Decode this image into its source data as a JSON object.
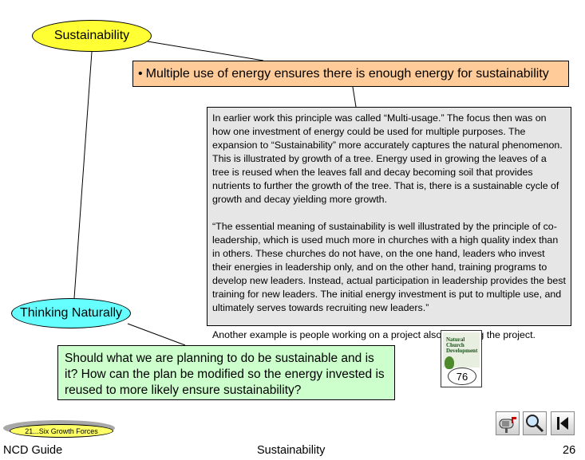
{
  "concepts": {
    "main": "Sustainability",
    "secondary": "Thinking Naturally"
  },
  "bullet": {
    "marker": "•",
    "text": "Multiple use of energy ensures there is enough energy for sustainability"
  },
  "description": {
    "paragraphs": [
      "In earlier work this principle was called “Multi-usage.” The focus then was on how one investment of energy could be used for multiple purposes. The expansion to “Sustainability” more accurately captures the natural phenomenon. This is illustrated by growth of a tree. Energy used in growing the leaves of a tree is reused when the leaves fall and decay becoming soil that provides nutrients to further the growth of the tree. That is, there is a sustainable cycle of growth and decay yielding more growth.",
      "“The essential meaning of sustainability is well illustrated by the principle of co-leadership, which is used much more in churches with a high quality index than in others. These churches do not have, on the one hand, leaders who invest their energies in leadership only, and on the other hand, training programs to develop new leaders. Instead, actual participation in leadership provides the best training for new leaders. The initial energy investment is put to multiple use, and ultimately serves towards recruiting new leaders.”",
      "Another example is people working on a project also financing the project."
    ]
  },
  "question": "Should what we are planning to do be sustainable and is it? How can the plan be modified so the energy invested is reused to more likely ensure sustainability?",
  "book": {
    "title": "Natural Church Development",
    "page": "76"
  },
  "nav": {
    "link_label": "21...Six Growth Forces",
    "buttons": [
      "mailbox-icon",
      "magnifier-icon",
      "skip-to-first-icon"
    ]
  },
  "footer": {
    "left": "NCD Guide",
    "center": "Sustainability",
    "page_number": "26"
  },
  "colors": {
    "main_oval": "#ffff33",
    "secondary_oval": "#66ffff",
    "bullet_box": "#ffcc99",
    "description_box": "#e6e6e6",
    "question_box": "#ccffcc",
    "nav_pill": "#ffff66"
  }
}
